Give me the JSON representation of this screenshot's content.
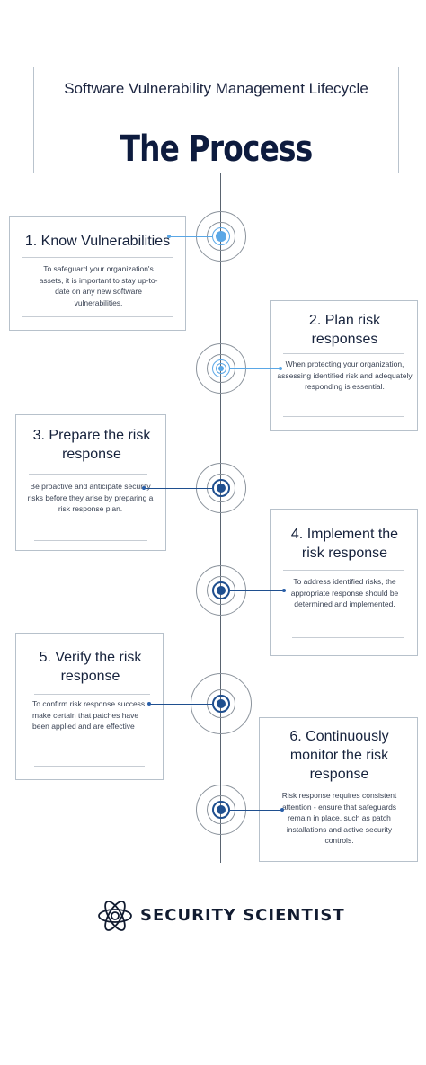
{
  "header": {
    "subtitle": "Software Vulnerability Management Lifecycle",
    "title": "The Process"
  },
  "steps": [
    {
      "title": "1. Know Vulnerabilities",
      "body": "To safeguard your organization's assets, it is important to stay up-to-date on any new software vulnerabilities.",
      "side": "left"
    },
    {
      "title": "2. Plan risk responses",
      "body": "When protecting your organization, assessing identified risk and adequately responding is essential.",
      "side": "right"
    },
    {
      "title": "3. Prepare the risk response",
      "body": "Be proactive and anticipate security risks before they arise by preparing a risk response plan.",
      "side": "left"
    },
    {
      "title": "4. Implement the risk response",
      "body": "To address identified risks, the appropriate response should be determined and implemented.",
      "side": "right"
    },
    {
      "title": "5. Verify the risk response",
      "body": "To confirm risk response success, make certain that patches have been applied and are effective",
      "side": "left"
    },
    {
      "title": "6. Continuously monitor the risk response",
      "body": "Risk response requires consistent attention - ensure that safeguards remain in place, such as patch installations and active security controls.",
      "side": "right"
    }
  ],
  "footer": {
    "brand": "SECURITY SCIENTIST",
    "logo_icon": "atom-brain-icon"
  },
  "colors": {
    "navy": "#0d1b3e",
    "light_blue": "#5aa7e6",
    "dark_blue": "#1f4f8f",
    "ring": "#8b939c"
  }
}
